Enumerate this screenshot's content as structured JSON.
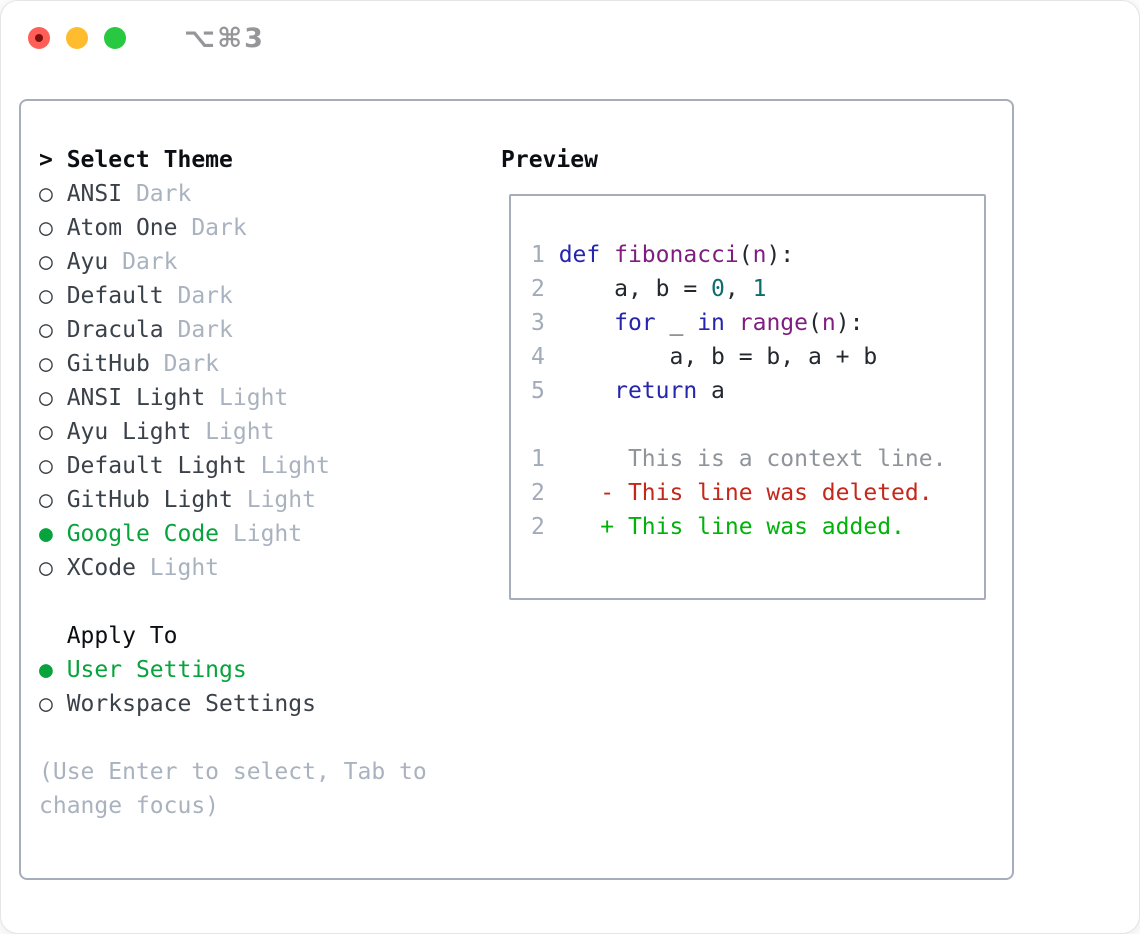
{
  "window": {
    "title": "⌥⌘3",
    "traffic_lights": [
      "close",
      "minimize",
      "zoom"
    ]
  },
  "icons": {
    "radio_unselected": "○",
    "radio_selected": "●",
    "header_prefix": ">"
  },
  "theme_picker": {
    "header": "Select Theme",
    "items": [
      {
        "name": "ANSI",
        "variant": "Dark",
        "selected": false
      },
      {
        "name": "Atom One",
        "variant": "Dark",
        "selected": false
      },
      {
        "name": "Ayu",
        "variant": "Dark",
        "selected": false
      },
      {
        "name": "Default",
        "variant": "Dark",
        "selected": false
      },
      {
        "name": "Dracula",
        "variant": "Dark",
        "selected": false
      },
      {
        "name": "GitHub",
        "variant": "Dark",
        "selected": false
      },
      {
        "name": "ANSI Light",
        "variant": "Light",
        "selected": false
      },
      {
        "name": "Ayu Light",
        "variant": "Light",
        "selected": false
      },
      {
        "name": "Default Light",
        "variant": "Light",
        "selected": false
      },
      {
        "name": "GitHub Light",
        "variant": "Light",
        "selected": false
      },
      {
        "name": "Google Code",
        "variant": "Light",
        "selected": true
      },
      {
        "name": "XCode",
        "variant": "Light",
        "selected": false
      }
    ],
    "apply_to": {
      "header": "Apply To",
      "options": [
        {
          "name": "User Settings",
          "selected": true
        },
        {
          "name": "Workspace Settings",
          "selected": false
        }
      ]
    },
    "help_lines": [
      "(Use Enter to select, Tab to",
      "change focus)"
    ]
  },
  "preview": {
    "label": "Preview",
    "code_lines": [
      [
        [
          "1 ",
          "num"
        ],
        [
          "def",
          "kw"
        ],
        [
          " ",
          "pln"
        ],
        [
          "fibonacci",
          "fn"
        ],
        [
          "(",
          "pln"
        ],
        [
          "n",
          "fn"
        ],
        [
          "):",
          "pln"
        ]
      ],
      [
        [
          "2 ",
          "num"
        ],
        [
          "    a, b = ",
          "pln"
        ],
        [
          "0",
          "lit"
        ],
        [
          ", ",
          "pln"
        ],
        [
          "1",
          "lit"
        ]
      ],
      [
        [
          "3 ",
          "num"
        ],
        [
          "    ",
          "pln"
        ],
        [
          "for",
          "kw"
        ],
        [
          " _ ",
          "pln"
        ],
        [
          "in",
          "kw"
        ],
        [
          " ",
          "pln"
        ],
        [
          "range",
          "fn"
        ],
        [
          "(",
          "pln"
        ],
        [
          "n",
          "fn"
        ],
        [
          "):",
          "pln"
        ]
      ],
      [
        [
          "4 ",
          "num"
        ],
        [
          "        a, b = b, a + b",
          "pln"
        ]
      ],
      [
        [
          "5 ",
          "num"
        ],
        [
          "    ",
          "pln"
        ],
        [
          "return",
          "kw"
        ],
        [
          " a",
          "pln"
        ]
      ],
      [],
      [
        [
          "1 ",
          "num"
        ],
        [
          "     This is a context line.",
          "ctx"
        ]
      ],
      [
        [
          "2 ",
          "num"
        ],
        [
          "   ",
          "pln"
        ],
        [
          "- This line was deleted.",
          "del"
        ]
      ],
      [
        [
          "2 ",
          "num"
        ],
        [
          "   ",
          "pln"
        ],
        [
          "+ This line was added.",
          "add"
        ]
      ]
    ]
  },
  "colors": {
    "header": "#0b0e12",
    "name": "#3a4149",
    "variant": "#a9b2bf",
    "selected_green": "#07a33c",
    "keyword": "#2525ad",
    "function": "#7e1e7e",
    "literal": "#0d6c6c",
    "plain": "#23272e",
    "line_number": "#a2abb8",
    "context": "#8f949b",
    "deleted": "#c4281b",
    "added": "#00b20a",
    "panel_border": "#a6aebb",
    "traffic_red": "#ff5f57",
    "traffic_red_dot": "#7d100c",
    "traffic_yellow": "#febc2e",
    "traffic_green": "#28c840",
    "title_color": "#96969a"
  }
}
